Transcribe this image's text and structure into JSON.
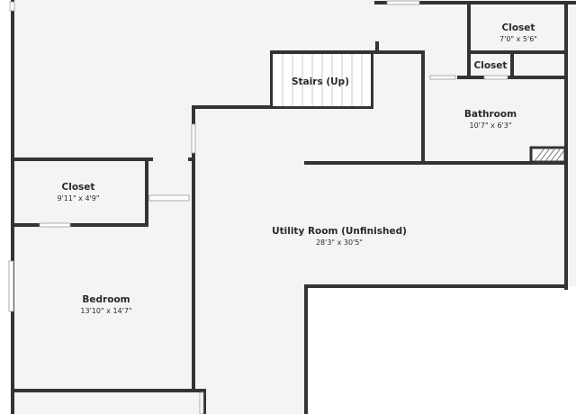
{
  "floor_plan": {
    "colors": {
      "floor": "#f4f4f4",
      "wall": "#333333",
      "background": "#ffffff",
      "label": "#2a2a2a"
    },
    "rooms": {
      "closet_top": {
        "name": "Closet",
        "dims": "7'0\" x 5'6\""
      },
      "closet_small": {
        "name": "Closet"
      },
      "stairs": {
        "name": "Stairs (Up)"
      },
      "bathroom": {
        "name": "Bathroom",
        "dims": "10'7\" x 6'3\""
      },
      "closet_left": {
        "name": "Closet",
        "dims": "9'11\" x 4'9\""
      },
      "utility": {
        "name": "Utility Room (Unfinished)",
        "dims": "28'3\" x 30'5\""
      },
      "bedroom": {
        "name": "Bedroom",
        "dims": "13'10\" x 14'7\""
      }
    }
  }
}
